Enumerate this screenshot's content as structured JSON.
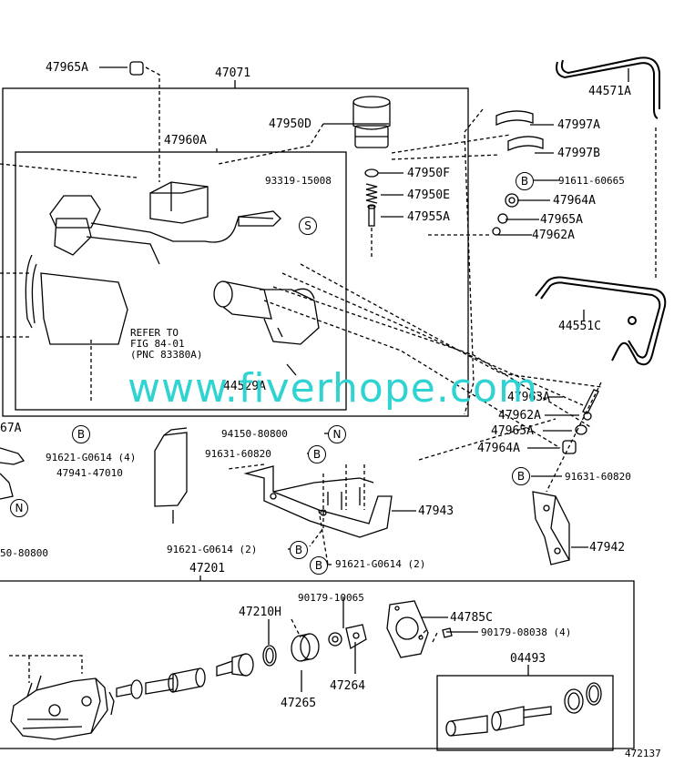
{
  "watermark": "www.fiverhope.com",
  "figure_number": "472137",
  "reference_note": [
    "REFER TO",
    "FIG 84-01",
    "(PNC 83380A)"
  ],
  "part_labels": [
    "47965A",
    "47071",
    "47960A",
    "47950D",
    "44571A",
    "47997A",
    "47997B",
    "93319-15008",
    "47950F",
    "47950E",
    "47955A",
    "91611-60665",
    "47964A",
    "47965A",
    "47962A",
    "44551C",
    "44529A",
    "47963A",
    "47962A",
    "47965A",
    "47964A",
    "67A",
    "94150-80800",
    "91631-60820",
    "91621-G0614 (4)",
    "47941-47010",
    "47943",
    "91631-60820",
    "47942",
    "50-80800",
    "91621-G0614 (2)",
    "91621-G0614 (2)",
    "47201",
    "90179-10065",
    "44785C",
    "47210H",
    "90179-08038 (4)",
    "04493",
    "47264",
    "47265"
  ],
  "circle_markers": [
    "S",
    "B",
    "B",
    "N",
    "B",
    "N",
    "B",
    "B",
    "B"
  ]
}
